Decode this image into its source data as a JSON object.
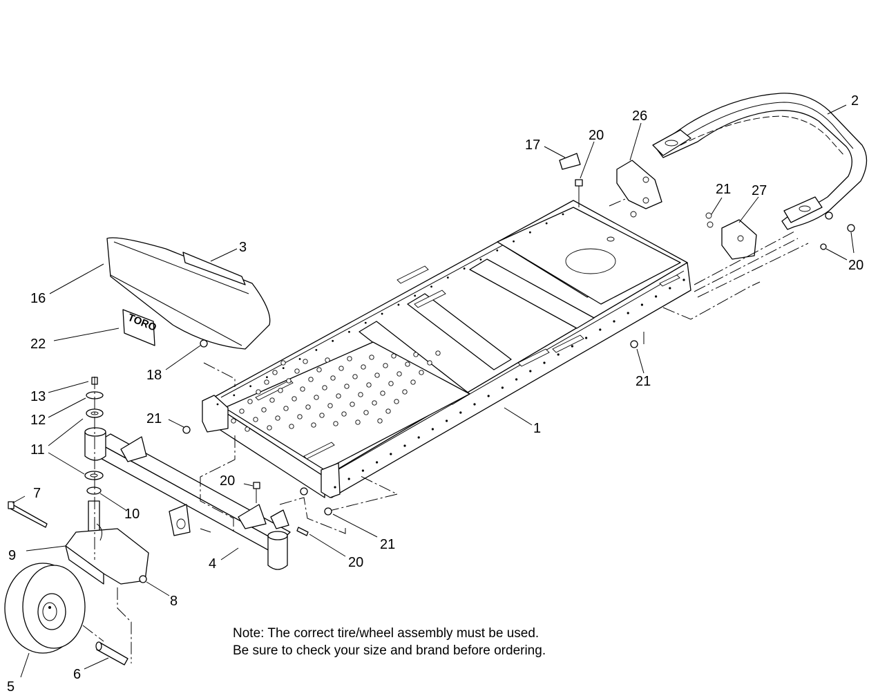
{
  "diagram": {
    "callouts": [
      {
        "id": "c1",
        "text": "1"
      },
      {
        "id": "c2",
        "text": "2"
      },
      {
        "id": "c3",
        "text": "3"
      },
      {
        "id": "c4",
        "text": "4"
      },
      {
        "id": "c5",
        "text": "5"
      },
      {
        "id": "c6",
        "text": "6"
      },
      {
        "id": "c7",
        "text": "7"
      },
      {
        "id": "c8",
        "text": "8"
      },
      {
        "id": "c9",
        "text": "9"
      },
      {
        "id": "c10",
        "text": "10"
      },
      {
        "id": "c11",
        "text": "11"
      },
      {
        "id": "c12",
        "text": "12"
      },
      {
        "id": "c13",
        "text": "13"
      },
      {
        "id": "c16",
        "text": "16"
      },
      {
        "id": "c17",
        "text": "17"
      },
      {
        "id": "c18",
        "text": "18"
      },
      {
        "id": "c20a",
        "text": "20"
      },
      {
        "id": "c20b",
        "text": "20"
      },
      {
        "id": "c20c",
        "text": "20"
      },
      {
        "id": "c20d",
        "text": "20"
      },
      {
        "id": "c21a",
        "text": "21"
      },
      {
        "id": "c21b",
        "text": "21"
      },
      {
        "id": "c21c",
        "text": "21"
      },
      {
        "id": "c21d",
        "text": "21"
      },
      {
        "id": "c22",
        "text": "22"
      },
      {
        "id": "c26",
        "text": "26"
      },
      {
        "id": "c27",
        "text": "27"
      }
    ],
    "logo_text": "TORO",
    "note": {
      "line1": "Note: The correct tire/wheel assembly must be used.",
      "line2": "Be sure to check your size and brand before ordering."
    }
  }
}
